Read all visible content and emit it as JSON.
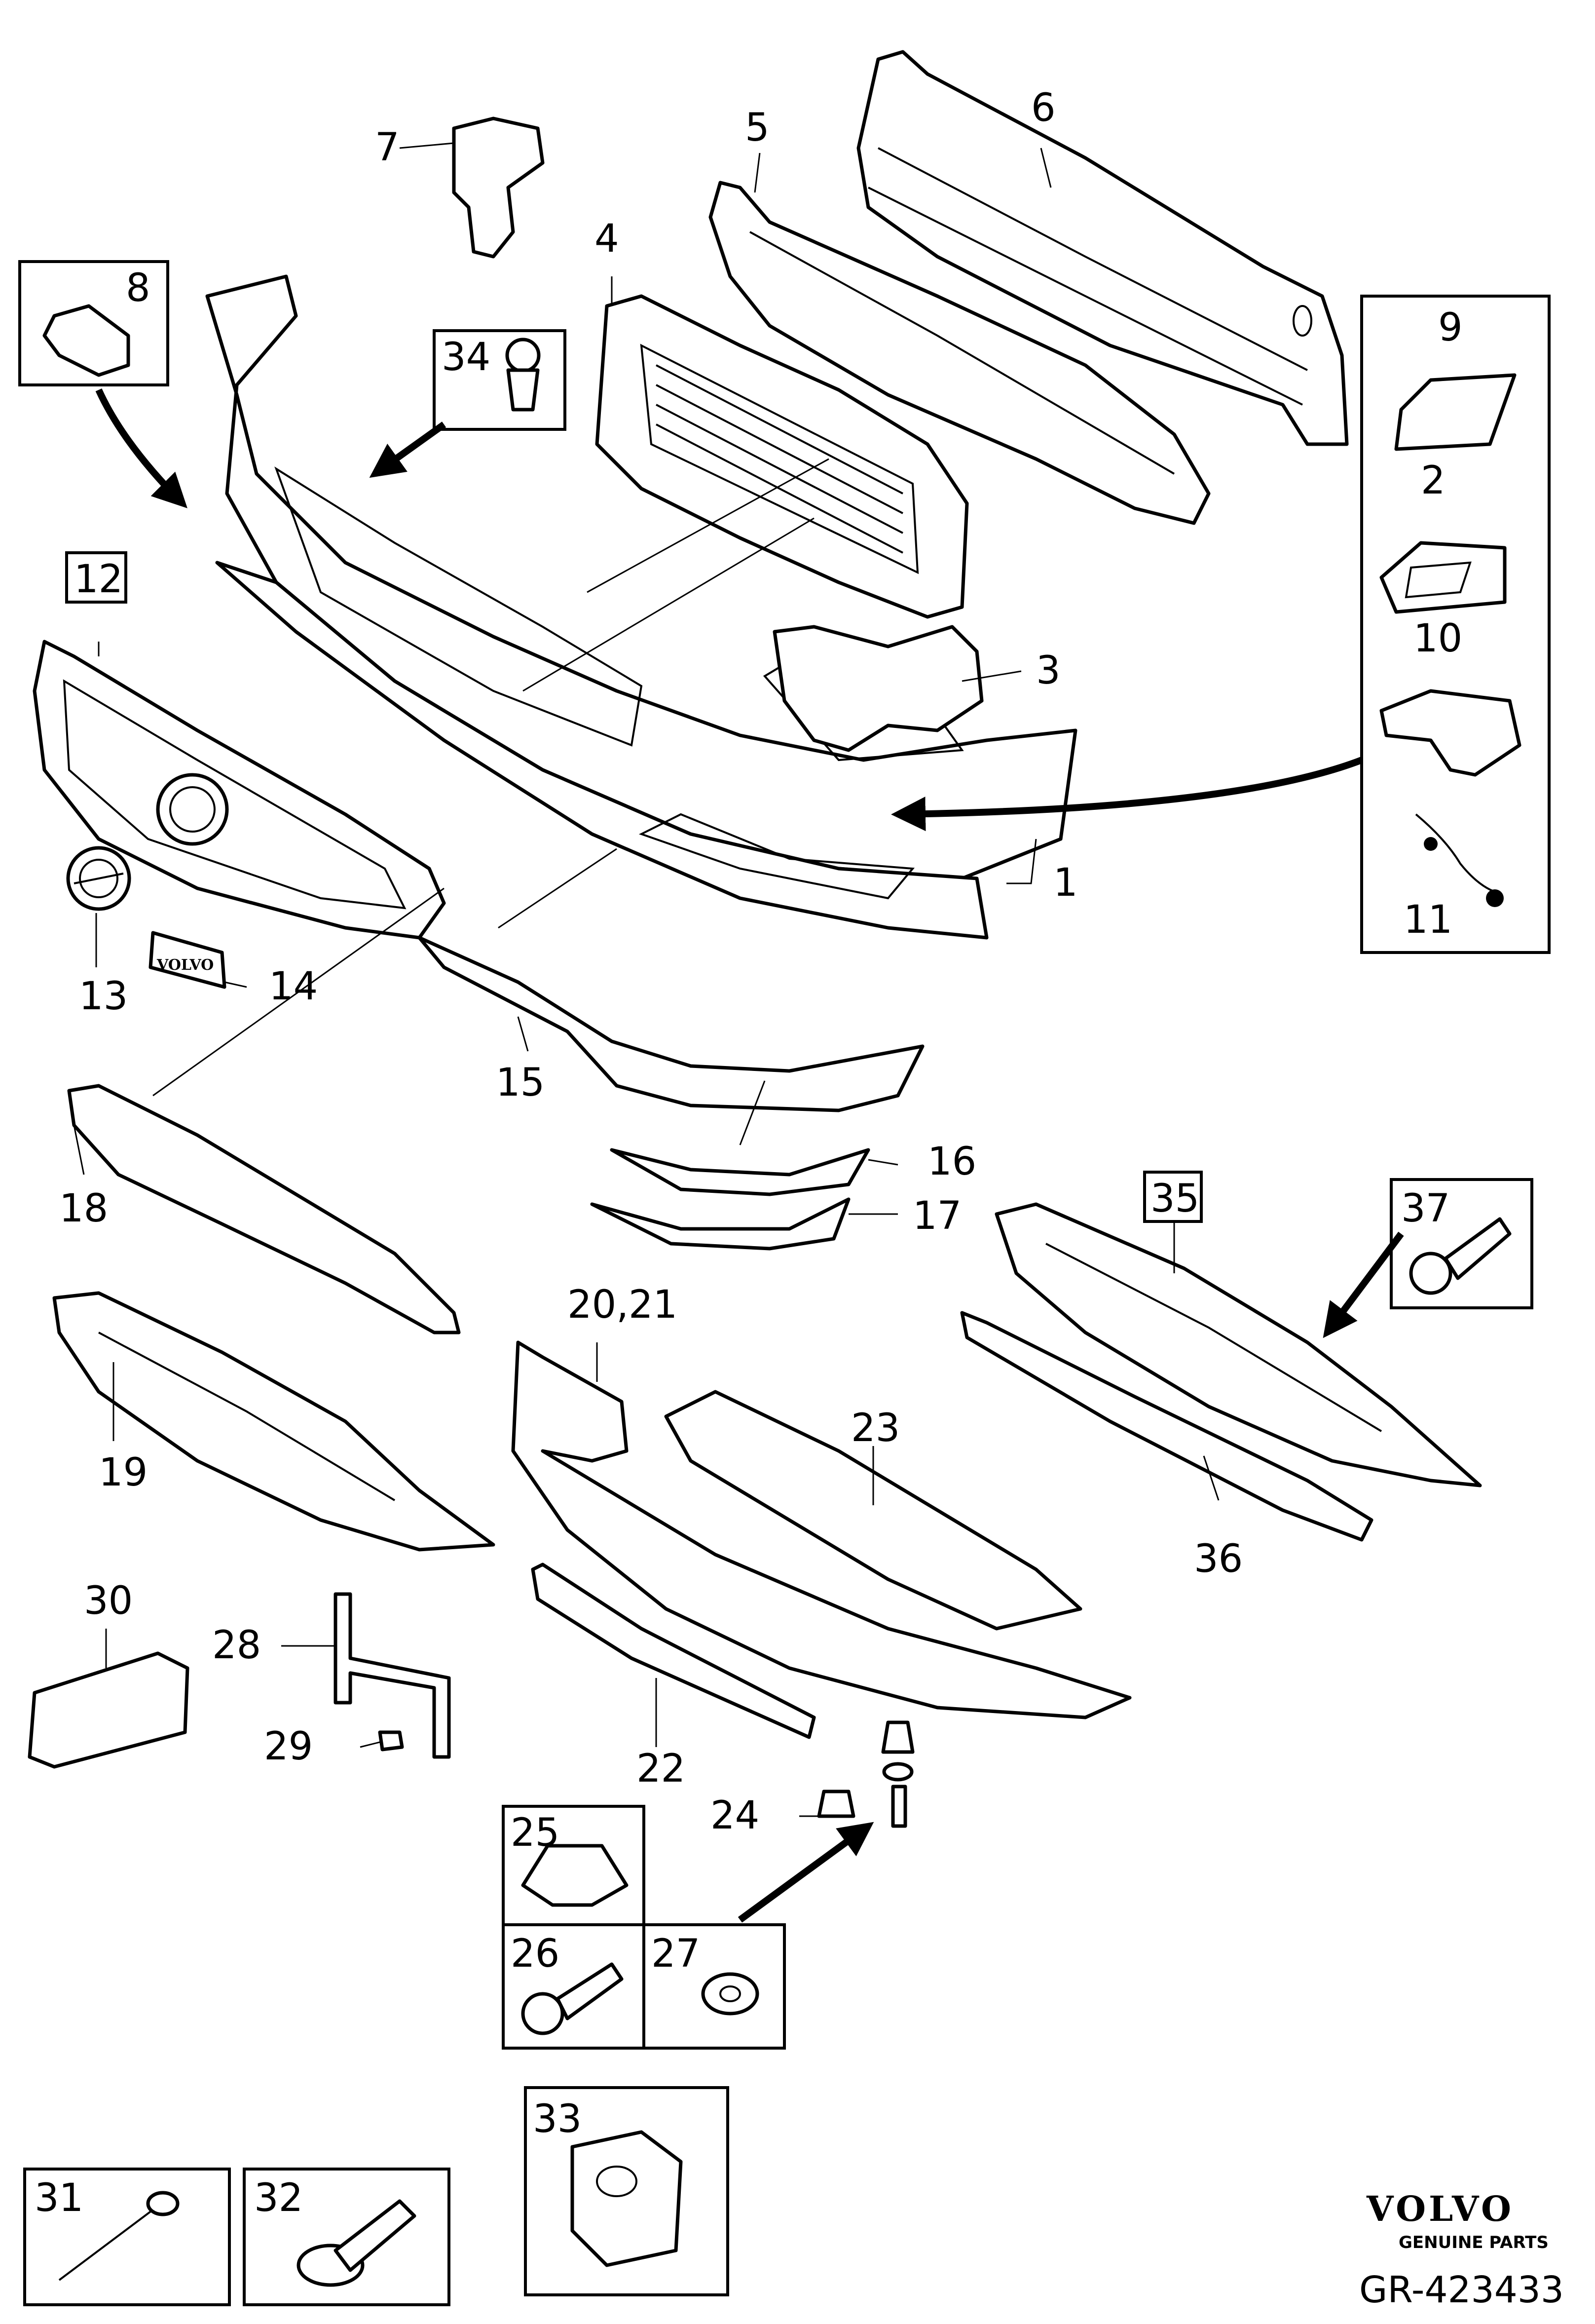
{
  "diagram": {
    "callouts": {
      "c1": "1",
      "c2": "2",
      "c3": "3",
      "c4": "4",
      "c5": "5",
      "c6": "6",
      "c7": "7",
      "c8": "8",
      "c9": "9",
      "c10": "10",
      "c11": "11",
      "c12": "12",
      "c13": "13",
      "c14": "14",
      "c15": "15",
      "c16": "16",
      "c17": "17",
      "c18": "18",
      "c19": "19",
      "c20_21": "20,21",
      "c22": "22",
      "c23": "23",
      "c24": "24",
      "c25": "25",
      "c26": "26",
      "c27": "27",
      "c28": "28",
      "c29": "29",
      "c30": "30",
      "c31": "31",
      "c32": "32",
      "c33": "33",
      "c34": "34",
      "c35": "35",
      "c36": "36",
      "c37": "37"
    },
    "emblem_text": "VOLVO",
    "brand": {
      "name": "VOLVO",
      "tagline": "GENUINE PARTS"
    },
    "diagram_code": "GR-423433",
    "colors": {
      "line": "#000000",
      "background": "#ffffff"
    }
  }
}
